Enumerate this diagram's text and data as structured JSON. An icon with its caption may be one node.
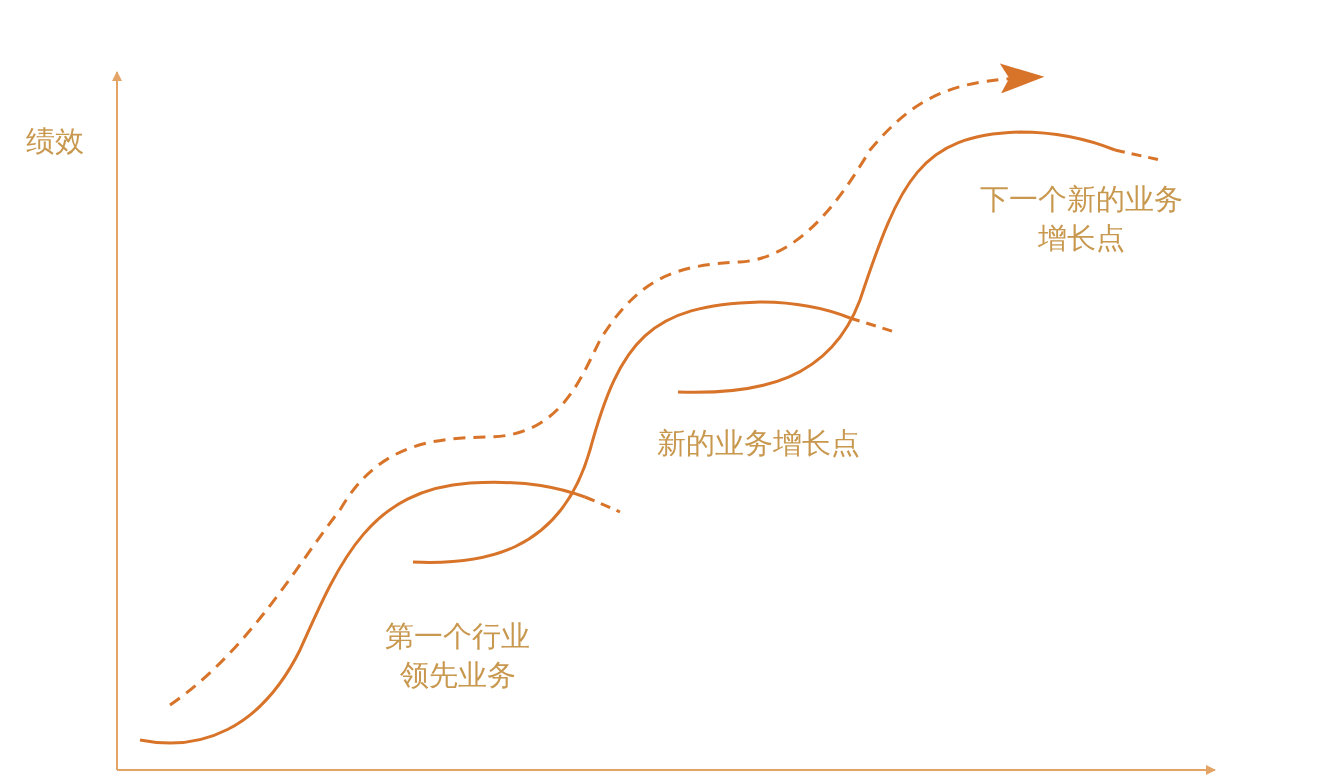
{
  "diagram": {
    "labels": [
      "绩效",
      "第一个行业领先业务",
      "新的业务增长点",
      "下一个新的业务增长点"
    ]
  }
}
